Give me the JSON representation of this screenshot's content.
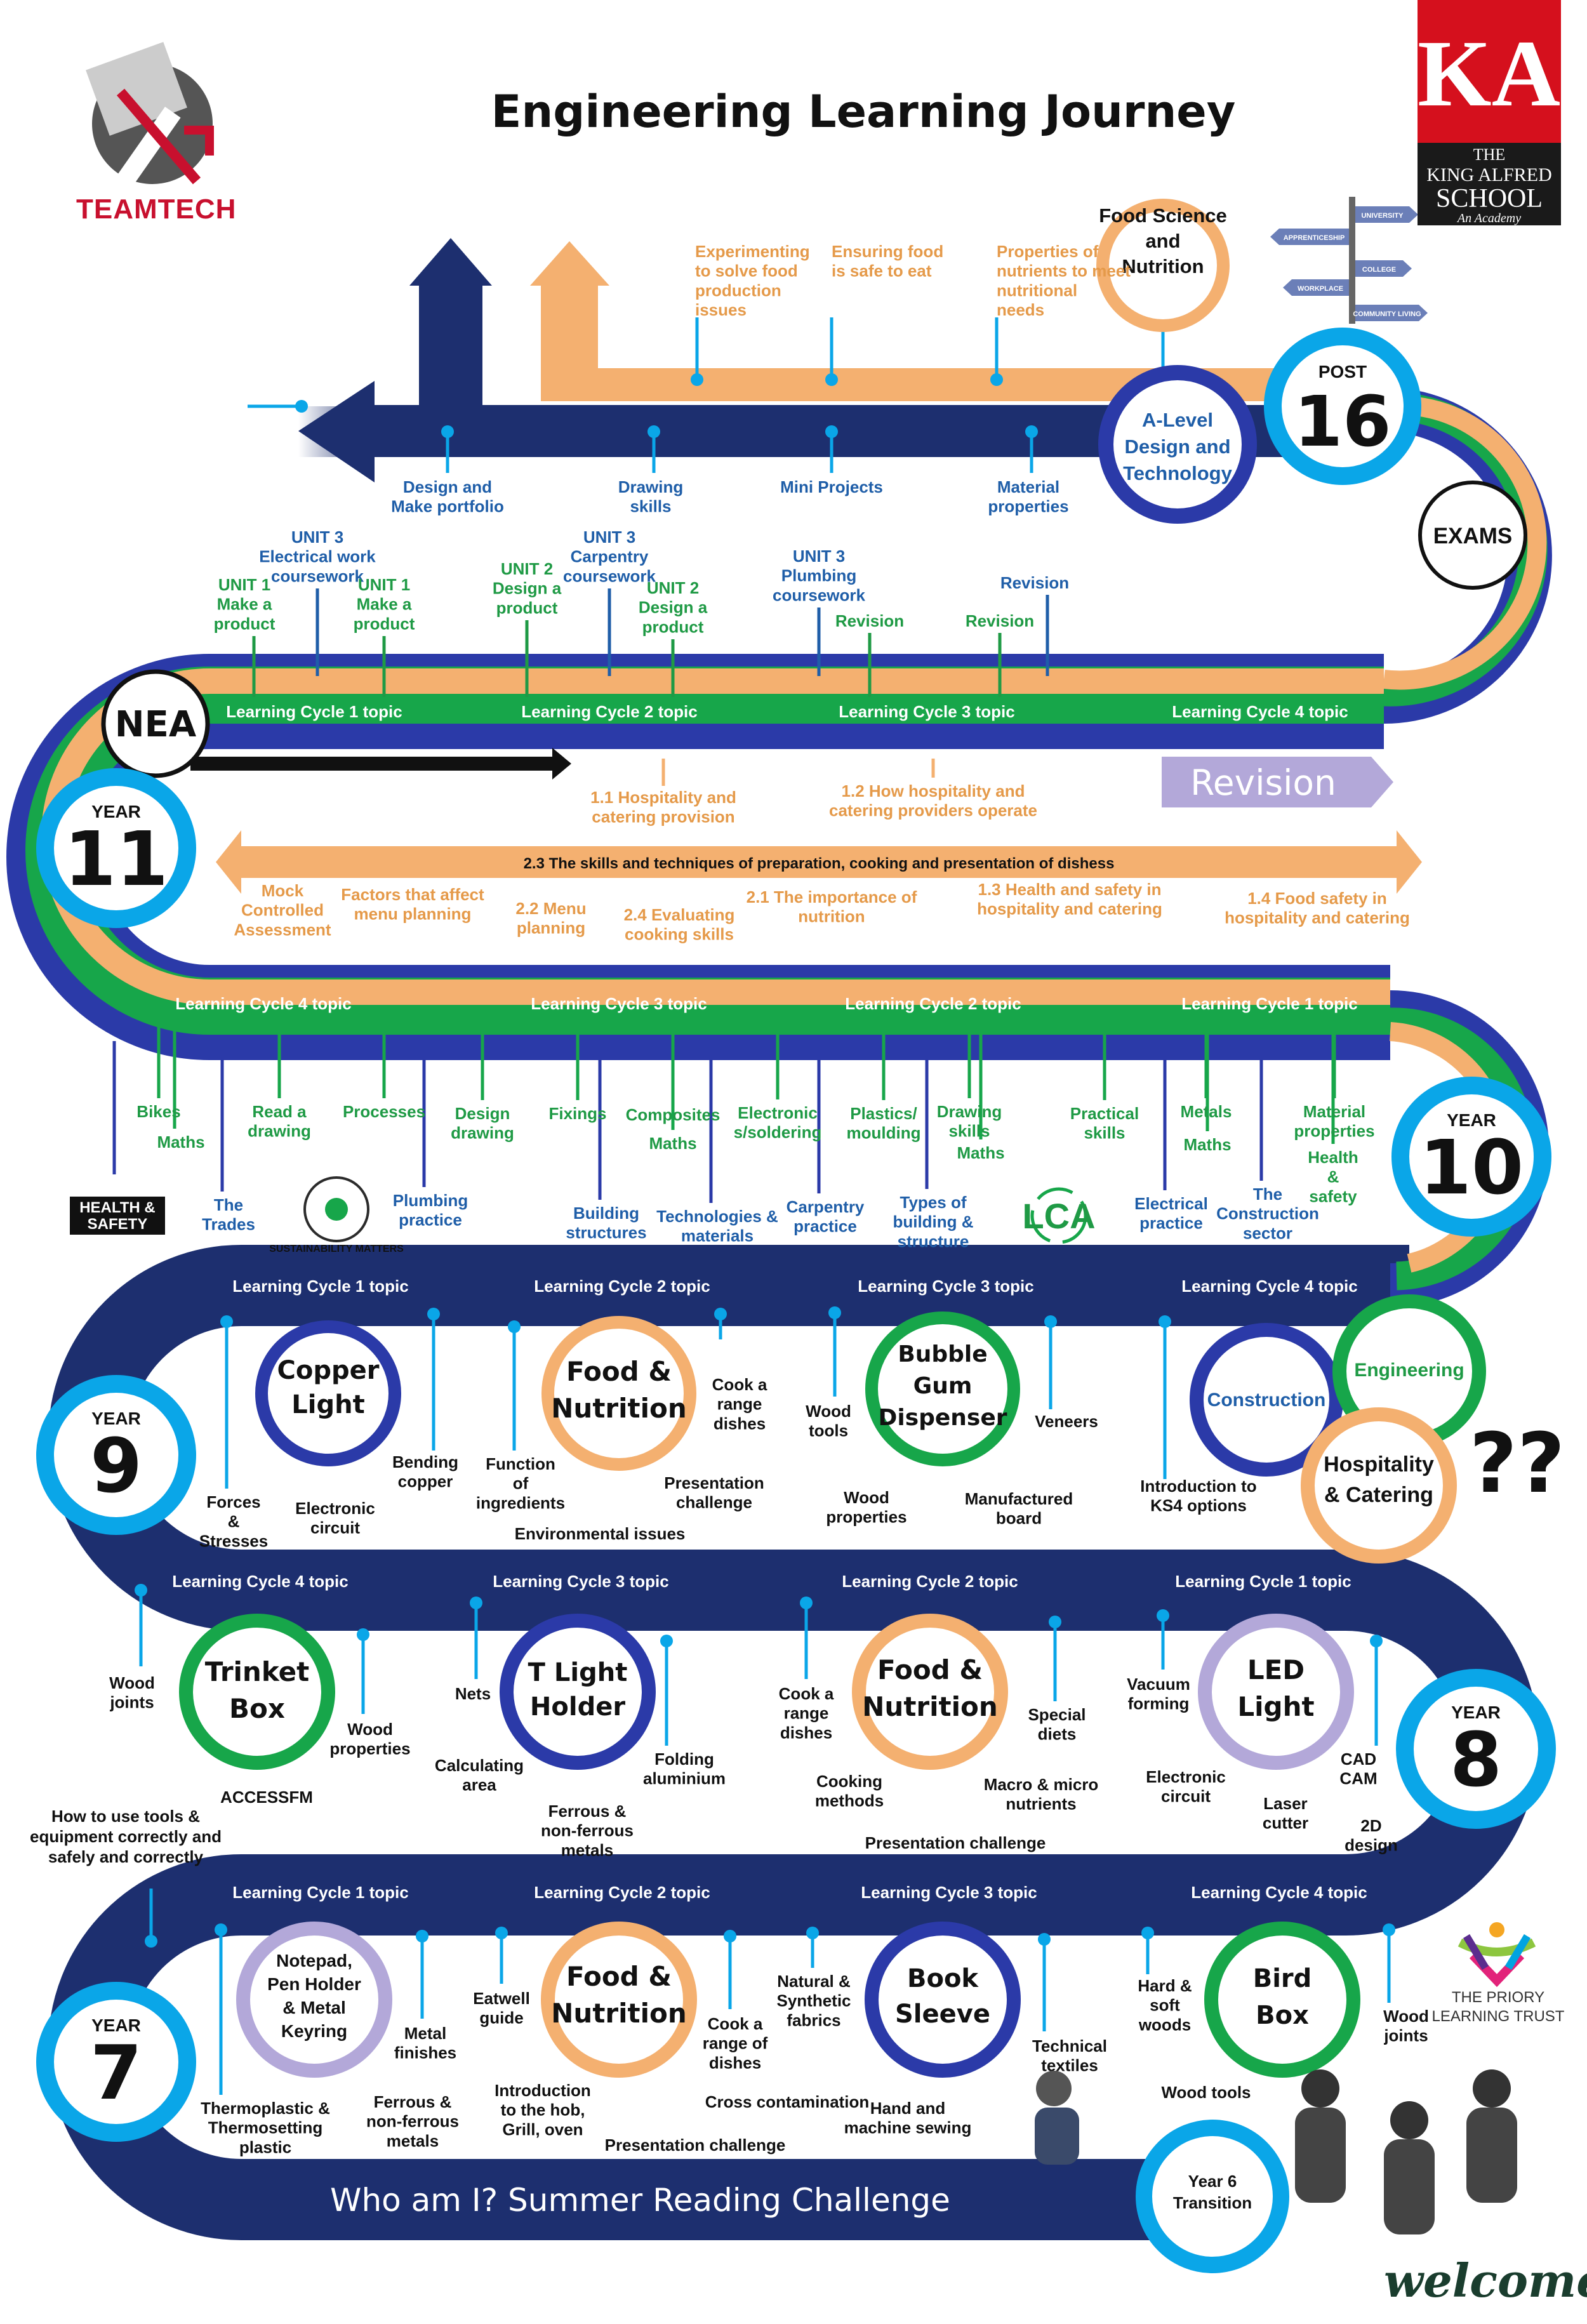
{
  "title": "Engineering Learning Journey",
  "branding": {
    "teamtech": "TEAMTECH",
    "kas_monogram": "KAS",
    "kas_line1": "THE",
    "kas_line2": "KING ALFRED",
    "kas_line3": "SCHOOL",
    "kas_line4": "An Academy",
    "priory": "THE PRIORY LEARNING TRUST",
    "welcome": "welcome"
  },
  "colors": {
    "navy": "#1d2f6f",
    "blue_track": "#2b3aa8",
    "green_track": "#17a64a",
    "orange_track": "#f4b070",
    "cyan": "#0aa6e8",
    "orange_text": "#e59a4a",
    "green_text": "#1f9a45",
    "blue_text": "#1f5ea8",
    "lilac": "#b3a8d9"
  },
  "signpost": [
    "UNIVERSITY",
    "APPRENTICESHIP",
    "COLLEGE",
    "WORKPLACE",
    "COMMUNITY LIVING"
  ],
  "post16": {
    "year_label": "POST",
    "year_num": "16",
    "exams": "EXAMS",
    "food_circle": [
      "Food Science",
      "and",
      "Nutrition"
    ],
    "alevel_circle": [
      "A-Level",
      "Design and",
      "Technology"
    ],
    "food_topics": [
      [
        "Experimenting",
        "to solve food",
        "production",
        "issues"
      ],
      [
        "Ensuring food",
        "is safe to eat"
      ],
      [
        "Properties of",
        "nutrients to meet",
        "nutritional",
        "needs"
      ]
    ],
    "dt_topics": [
      [
        "Design and",
        "Make portfolio"
      ],
      [
        "Drawing",
        "skills"
      ],
      [
        "Mini Projects"
      ],
      [
        "Material",
        "properties"
      ]
    ]
  },
  "year11": {
    "year_label": "YEAR",
    "year_num": "11",
    "nea": "NEA",
    "revision_banner": "Revision",
    "cycles": [
      "Learning Cycle 1 topic",
      "Learning Cycle 2 topic",
      "Learning Cycle 3 topic",
      "Learning Cycle 4 topic"
    ],
    "top_labels": [
      [
        "UNIT 1",
        "Make a",
        "product"
      ],
      [
        "UNIT 3",
        "Electrical work",
        "coursework"
      ],
      [
        "UNIT 1",
        "Make a",
        "product"
      ],
      [
        "UNIT 2",
        "Design a",
        "product"
      ],
      [
        "UNIT 3",
        "Carpentry",
        "coursework"
      ],
      [
        "UNIT 2",
        "Design a",
        "product"
      ],
      [
        "UNIT 3",
        "Plumbing",
        "coursework"
      ],
      [
        "Revision"
      ],
      [
        "Revision"
      ],
      [
        "Revision"
      ]
    ],
    "hosp_top": [
      [
        "1.1 Hospitality and",
        "catering provision"
      ],
      [
        "1.2 How hospitality and",
        "catering providers operate"
      ]
    ],
    "arrow_text": "2.3 The skills and techniques of preparation, cooking and presentation of dishess",
    "hosp_bottom": [
      [
        "Mock",
        "Controlled",
        "Assessment"
      ],
      [
        "Factors that affect",
        "menu planning"
      ],
      [
        "2.2 Menu",
        "planning"
      ],
      [
        "2.4 Evaluating",
        "cooking skills"
      ],
      [
        "2.1 The importance of",
        "nutrition"
      ],
      [
        "1.3 Health and safety in",
        "hospitality and catering"
      ],
      [
        "1.4 Food safety in",
        "hospitality and catering"
      ]
    ]
  },
  "year10": {
    "year_label": "YEAR",
    "year_num": "10",
    "cycles": [
      "Learning Cycle 4 topic",
      "Learning Cycle 3 topic",
      "Learning Cycle 2 topic",
      "Learning Cycle 1 topic"
    ],
    "green_labels": [
      [
        "Bikes"
      ],
      [
        "Maths"
      ],
      [
        "Read a",
        "drawing"
      ],
      [
        "Processes"
      ],
      [
        "Design",
        "drawing"
      ],
      [
        "Fixings"
      ],
      [
        "Composites"
      ],
      [
        "Maths"
      ],
      [
        "Electronic",
        "s/soldering"
      ],
      [
        "Plastics/",
        "moulding"
      ],
      [
        "Drawing",
        "skills"
      ],
      [
        "Maths"
      ],
      [
        "Practical",
        "skills"
      ],
      [
        "Metals"
      ],
      [
        "Maths"
      ],
      [
        "Material",
        "properties"
      ],
      [
        "Health",
        "&",
        "safety"
      ]
    ],
    "blue_labels": [
      [
        "The",
        "Trades"
      ],
      [
        "Plumbing",
        "practice"
      ],
      [
        "Building",
        "structures"
      ],
      [
        "Technologies &",
        "materials"
      ],
      [
        "Carpentry",
        "practice"
      ],
      [
        "Types of",
        "building &",
        "structure"
      ],
      [
        "Electrical",
        "practice"
      ],
      [
        "The",
        "Construction",
        "sector"
      ]
    ],
    "health_safety": [
      "HEALTH &",
      "SAFETY"
    ],
    "sustain": "SUSTAINABILITY MATTERS",
    "lca": "LCA",
    "options": [
      "Construction",
      "Engineering",
      "Hospitality",
      "& Catering"
    ],
    "question": "??"
  },
  "year9": {
    "year_label": "YEAR",
    "year_num": "9",
    "cycles": [
      "Learning Cycle 1 topic",
      "Learning Cycle 2 topic",
      "Learning Cycle 3 topic",
      "Learning Cycle 4 topic"
    ],
    "projects": [
      [
        "Copper",
        "Light"
      ],
      [
        "Food &",
        "Nutrition"
      ],
      [
        "Bubble",
        "Gum",
        "Dispenser"
      ]
    ],
    "labels": [
      [
        "Forces",
        "&",
        "Stresses"
      ],
      [
        "Electronic",
        "circuit"
      ],
      [
        "Bending",
        "copper"
      ],
      [
        "Function",
        "of",
        "ingredients"
      ],
      [
        "Cook a",
        "range",
        "dishes"
      ],
      [
        "Presentation",
        "challenge"
      ],
      [
        "Environmental issues"
      ],
      [
        "Wood",
        "tools"
      ],
      [
        "Wood",
        "properties"
      ],
      [
        "Manufactured",
        "board"
      ],
      [
        "Veneers"
      ],
      [
        "Introduction to",
        "KS4 options"
      ]
    ]
  },
  "year8": {
    "year_label": "YEAR",
    "year_num": "8",
    "cycles": [
      "Learning Cycle 4 topic",
      "Learning Cycle 3 topic",
      "Learning Cycle 2 topic",
      "Learning Cycle 1 topic"
    ],
    "projects": [
      [
        "Trinket",
        "Box"
      ],
      [
        "T Light",
        "Holder"
      ],
      [
        "Food &",
        "Nutrition"
      ],
      [
        "LED",
        "Light"
      ]
    ],
    "labels": [
      [
        "Wood",
        "joints"
      ],
      [
        "Wood",
        "properties"
      ],
      [
        "ACCESSFM"
      ],
      [
        "Nets"
      ],
      [
        "Calculating",
        "area"
      ],
      [
        "Ferrous &",
        "non-ferrous",
        "metals"
      ],
      [
        "Folding",
        "aluminium"
      ],
      [
        "Cook a",
        "range",
        "dishes"
      ],
      [
        "Cooking",
        "methods"
      ],
      [
        "Special",
        "diets"
      ],
      [
        "Macro & micro",
        "nutrients"
      ],
      [
        "Presentation challenge"
      ],
      [
        "Vacuum",
        "forming"
      ],
      [
        "Electronic",
        "circuit"
      ],
      [
        "Laser",
        "cutter"
      ],
      [
        "CAD",
        "CAM"
      ],
      [
        "2D",
        "design"
      ]
    ]
  },
  "year7": {
    "year_label": "YEAR",
    "year_num": "7",
    "left_note": [
      "How to use tools &",
      "equipment correctly and",
      "safely and correctly"
    ],
    "cycles": [
      "Learning Cycle 1 topic",
      "Learning Cycle 2 topic",
      "Learning Cycle 3 topic",
      "Learning Cycle 4 topic"
    ],
    "projects": [
      [
        "Notepad,",
        "Pen Holder",
        "& Metal",
        "Keyring"
      ],
      [
        "Food &",
        "Nutrition"
      ],
      [
        "Book",
        "Sleeve"
      ],
      [
        "Bird",
        "Box"
      ]
    ],
    "labels": [
      [
        "Thermoplastic &",
        "Thermosetting",
        "plastic"
      ],
      [
        "Metal",
        "finishes"
      ],
      [
        "Ferrous &",
        "non-ferrous",
        "metals"
      ],
      [
        "Eatwell",
        "guide"
      ],
      [
        "Introduction",
        "to the hob,",
        "Grill, oven"
      ],
      [
        "Cook a",
        "range of",
        "dishes"
      ],
      [
        "Cross contamination"
      ],
      [
        "Presentation challenge"
      ],
      [
        "Natural &",
        "Synthetic",
        "fabrics"
      ],
      [
        "Technical",
        "textiles"
      ],
      [
        "Hand and",
        "machine sewing"
      ],
      [
        "Hard &",
        "soft",
        "woods"
      ],
      [
        "Wood tools"
      ],
      [
        "Wood",
        "joints"
      ]
    ],
    "bottom_banner": "Who am I? Summer Reading Challenge",
    "transition": [
      "Year 6",
      "Transition"
    ]
  }
}
